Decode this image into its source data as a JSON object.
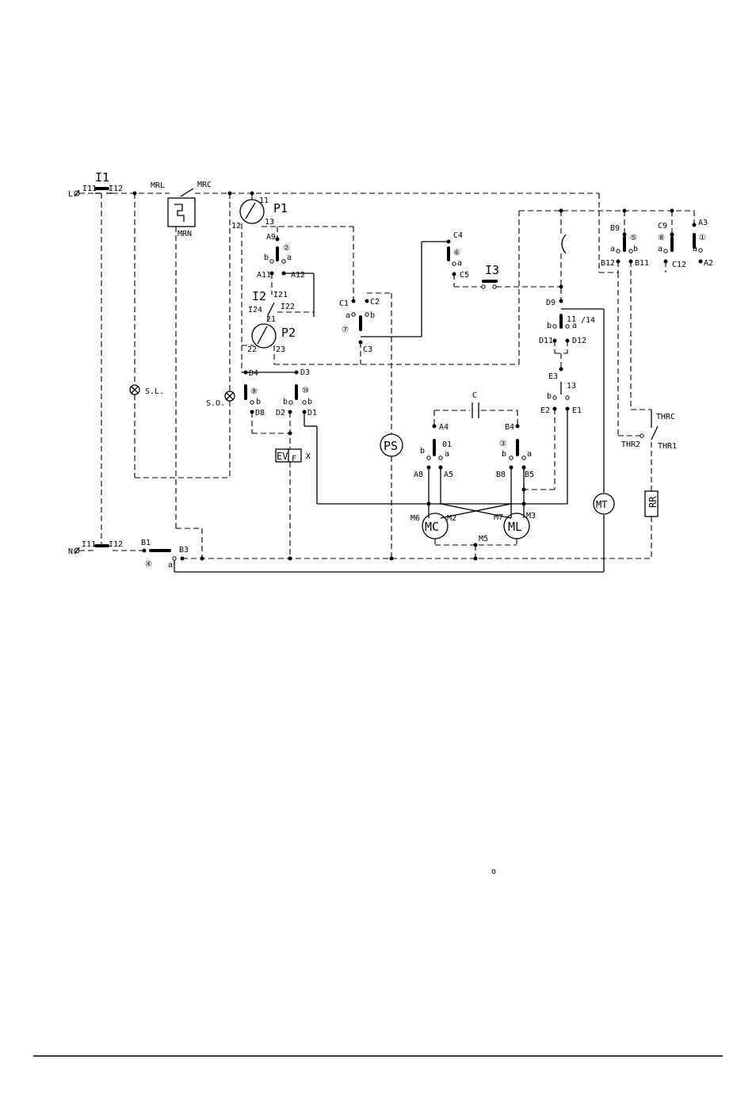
{
  "labels": {
    "L": "L",
    "N": "N",
    "I1": "I1",
    "I11_top": "I11",
    "I12_top": "I12",
    "I11_bot": "I11",
    "I12_bot": "I12",
    "MRL": "MRL",
    "MRC": "MRC",
    "MRN": "MRN",
    "P1": "P1",
    "P1_11": "11",
    "P1_12": "12",
    "P1_13": "13",
    "A9": "A9",
    "A11": "A11",
    "A12": "A12",
    "c2": "②",
    "b_a9": "b",
    "a_a9": "a",
    "I2": "I2",
    "I21": "I21",
    "I22": "I22",
    "I24": "I24",
    "P2": "P2",
    "P2_21": "21",
    "P2_22": "22",
    "P2_23": "23",
    "C1": "C1",
    "C2": "C2",
    "C3": "C3",
    "c7": "⑦",
    "a_c": "a",
    "b_c": "b",
    "C4": "C4",
    "C5": "C5",
    "c6": "⑥",
    "a_c4": "a",
    "I3": "I3",
    "D4": "D4",
    "D3": "D3",
    "D8": "D8",
    "D2": "D2",
    "D1": "D1",
    "c9": "⑨",
    "c10": "⑩",
    "b_d9": "b",
    "b_d3": "b",
    "b_d10": "b",
    "EV": "EV",
    "F": "F",
    "X": "X",
    "SL": "S.L.",
    "SO": "S.O.",
    "PS": "PS",
    "C": "C",
    "A4": "A4",
    "A8": "A8",
    "A5": "A5",
    "c01": "01",
    "b_a4": "b",
    "a_a4": "a",
    "B4": "B4",
    "B8": "B8",
    "B5": "B5",
    "c3": "③",
    "b_b4": "b",
    "a_b4": "a",
    "M6": "M6",
    "M2": "M2",
    "M7": "M7",
    "M3": "M3",
    "M5": "M5",
    "MC": "MC",
    "ML": "ML",
    "D9": "D9",
    "D11": "D11",
    "D12": "D12",
    "c11": "11",
    "slash14": "/14",
    "b_d9b": "b",
    "a_d9b": "a",
    "E3": "E3",
    "E2": "E2",
    "E1": "E1",
    "c13": "13",
    "b_e3": "b",
    "MT": "MT",
    "B9": "B9",
    "B12": "B12",
    "B11": "B11",
    "c5": "⑤",
    "a_b9": "a",
    "b_b9": "b",
    "C9": "C9",
    "C12": "C12",
    "c8": "⑧",
    "a_c9": "a",
    "A3": "A3",
    "A2": "A2",
    "c1": "①",
    "a_a3": "a",
    "THRC": "THRC",
    "THR2": "THR2",
    "THR1": "THR1",
    "RR": "RR",
    "B1": "B1",
    "B3": "B3",
    "c4": "④",
    "a_b3": "a",
    "stray": "o"
  }
}
